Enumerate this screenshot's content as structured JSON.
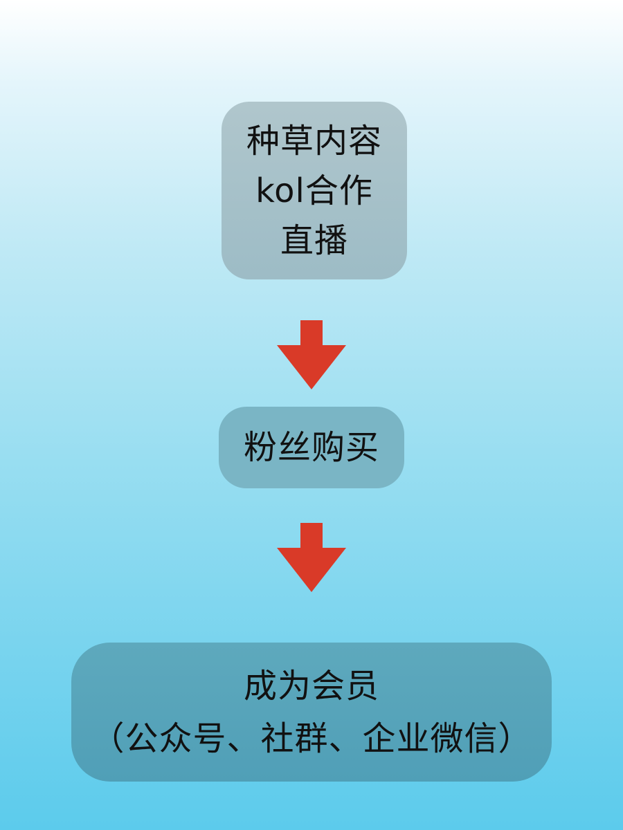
{
  "steps": {
    "step1": {
      "lines": [
        "种草内容",
        "kol合作",
        "直播"
      ]
    },
    "step2": {
      "lines": [
        "粉丝购买"
      ]
    },
    "step3": {
      "lines": [
        "成为会员",
        "（公众号、社群、企业微信）"
      ]
    }
  },
  "arrows": [
    {
      "icon": "down-arrow-icon",
      "color": "#d93a28"
    },
    {
      "icon": "down-arrow-icon",
      "color": "#d93a28"
    }
  ],
  "colors": {
    "arrow": "#d93a28",
    "text": "#111111"
  }
}
